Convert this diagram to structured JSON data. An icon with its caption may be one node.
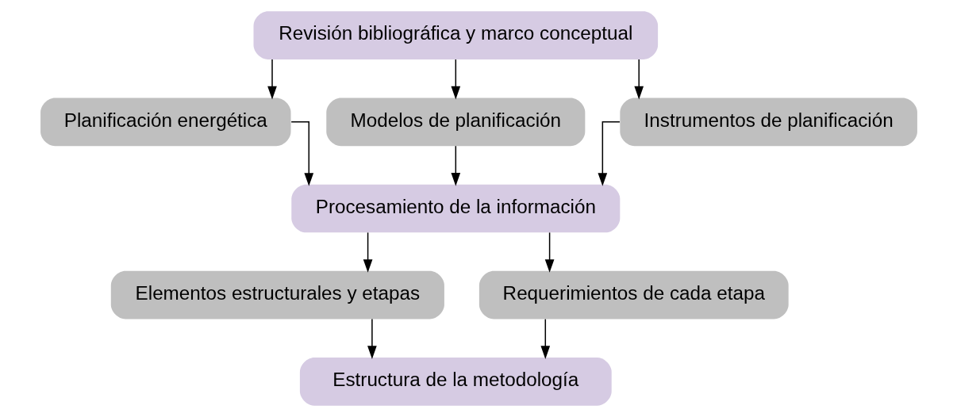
{
  "diagram": {
    "nodes": [
      {
        "text": [
          "Revisión bibliográfica y marco conceptual"
        ]
      },
      {
        "text": [
          "Planificación energética"
        ]
      },
      {
        "text": [
          "Modelos de planificación"
        ]
      },
      {
        "text": [
          "Instrumentos de planificación"
        ]
      },
      {
        "text": [
          "Procesamiento de la información"
        ]
      },
      {
        "text": [
          "Elementos estructurales y etapas"
        ]
      },
      {
        "text": [
          "Requerimientos de cada etapa"
        ]
      },
      {
        "text": [
          "Estructura de la metodología"
        ]
      }
    ],
    "edges": [
      {
        "from": 0,
        "to": 1,
        "arrow": "to"
      },
      {
        "from": 0,
        "to": 2,
        "arrow": "to"
      },
      {
        "from": 0,
        "to": 3,
        "arrow": "to"
      },
      {
        "from": 1,
        "to": 4,
        "arrow": "to"
      },
      {
        "from": 2,
        "to": 4,
        "arrow": "to"
      },
      {
        "from": 3,
        "to": 4,
        "arrow": "to"
      },
      {
        "from": 4,
        "to": 5,
        "arrow": "to"
      },
      {
        "from": 4,
        "to": 6,
        "arrow": "to"
      },
      {
        "from": 5,
        "to": 7,
        "arrow": "to"
      },
      {
        "from": 6,
        "to": 7,
        "arrow": "to"
      }
    ]
  }
}
